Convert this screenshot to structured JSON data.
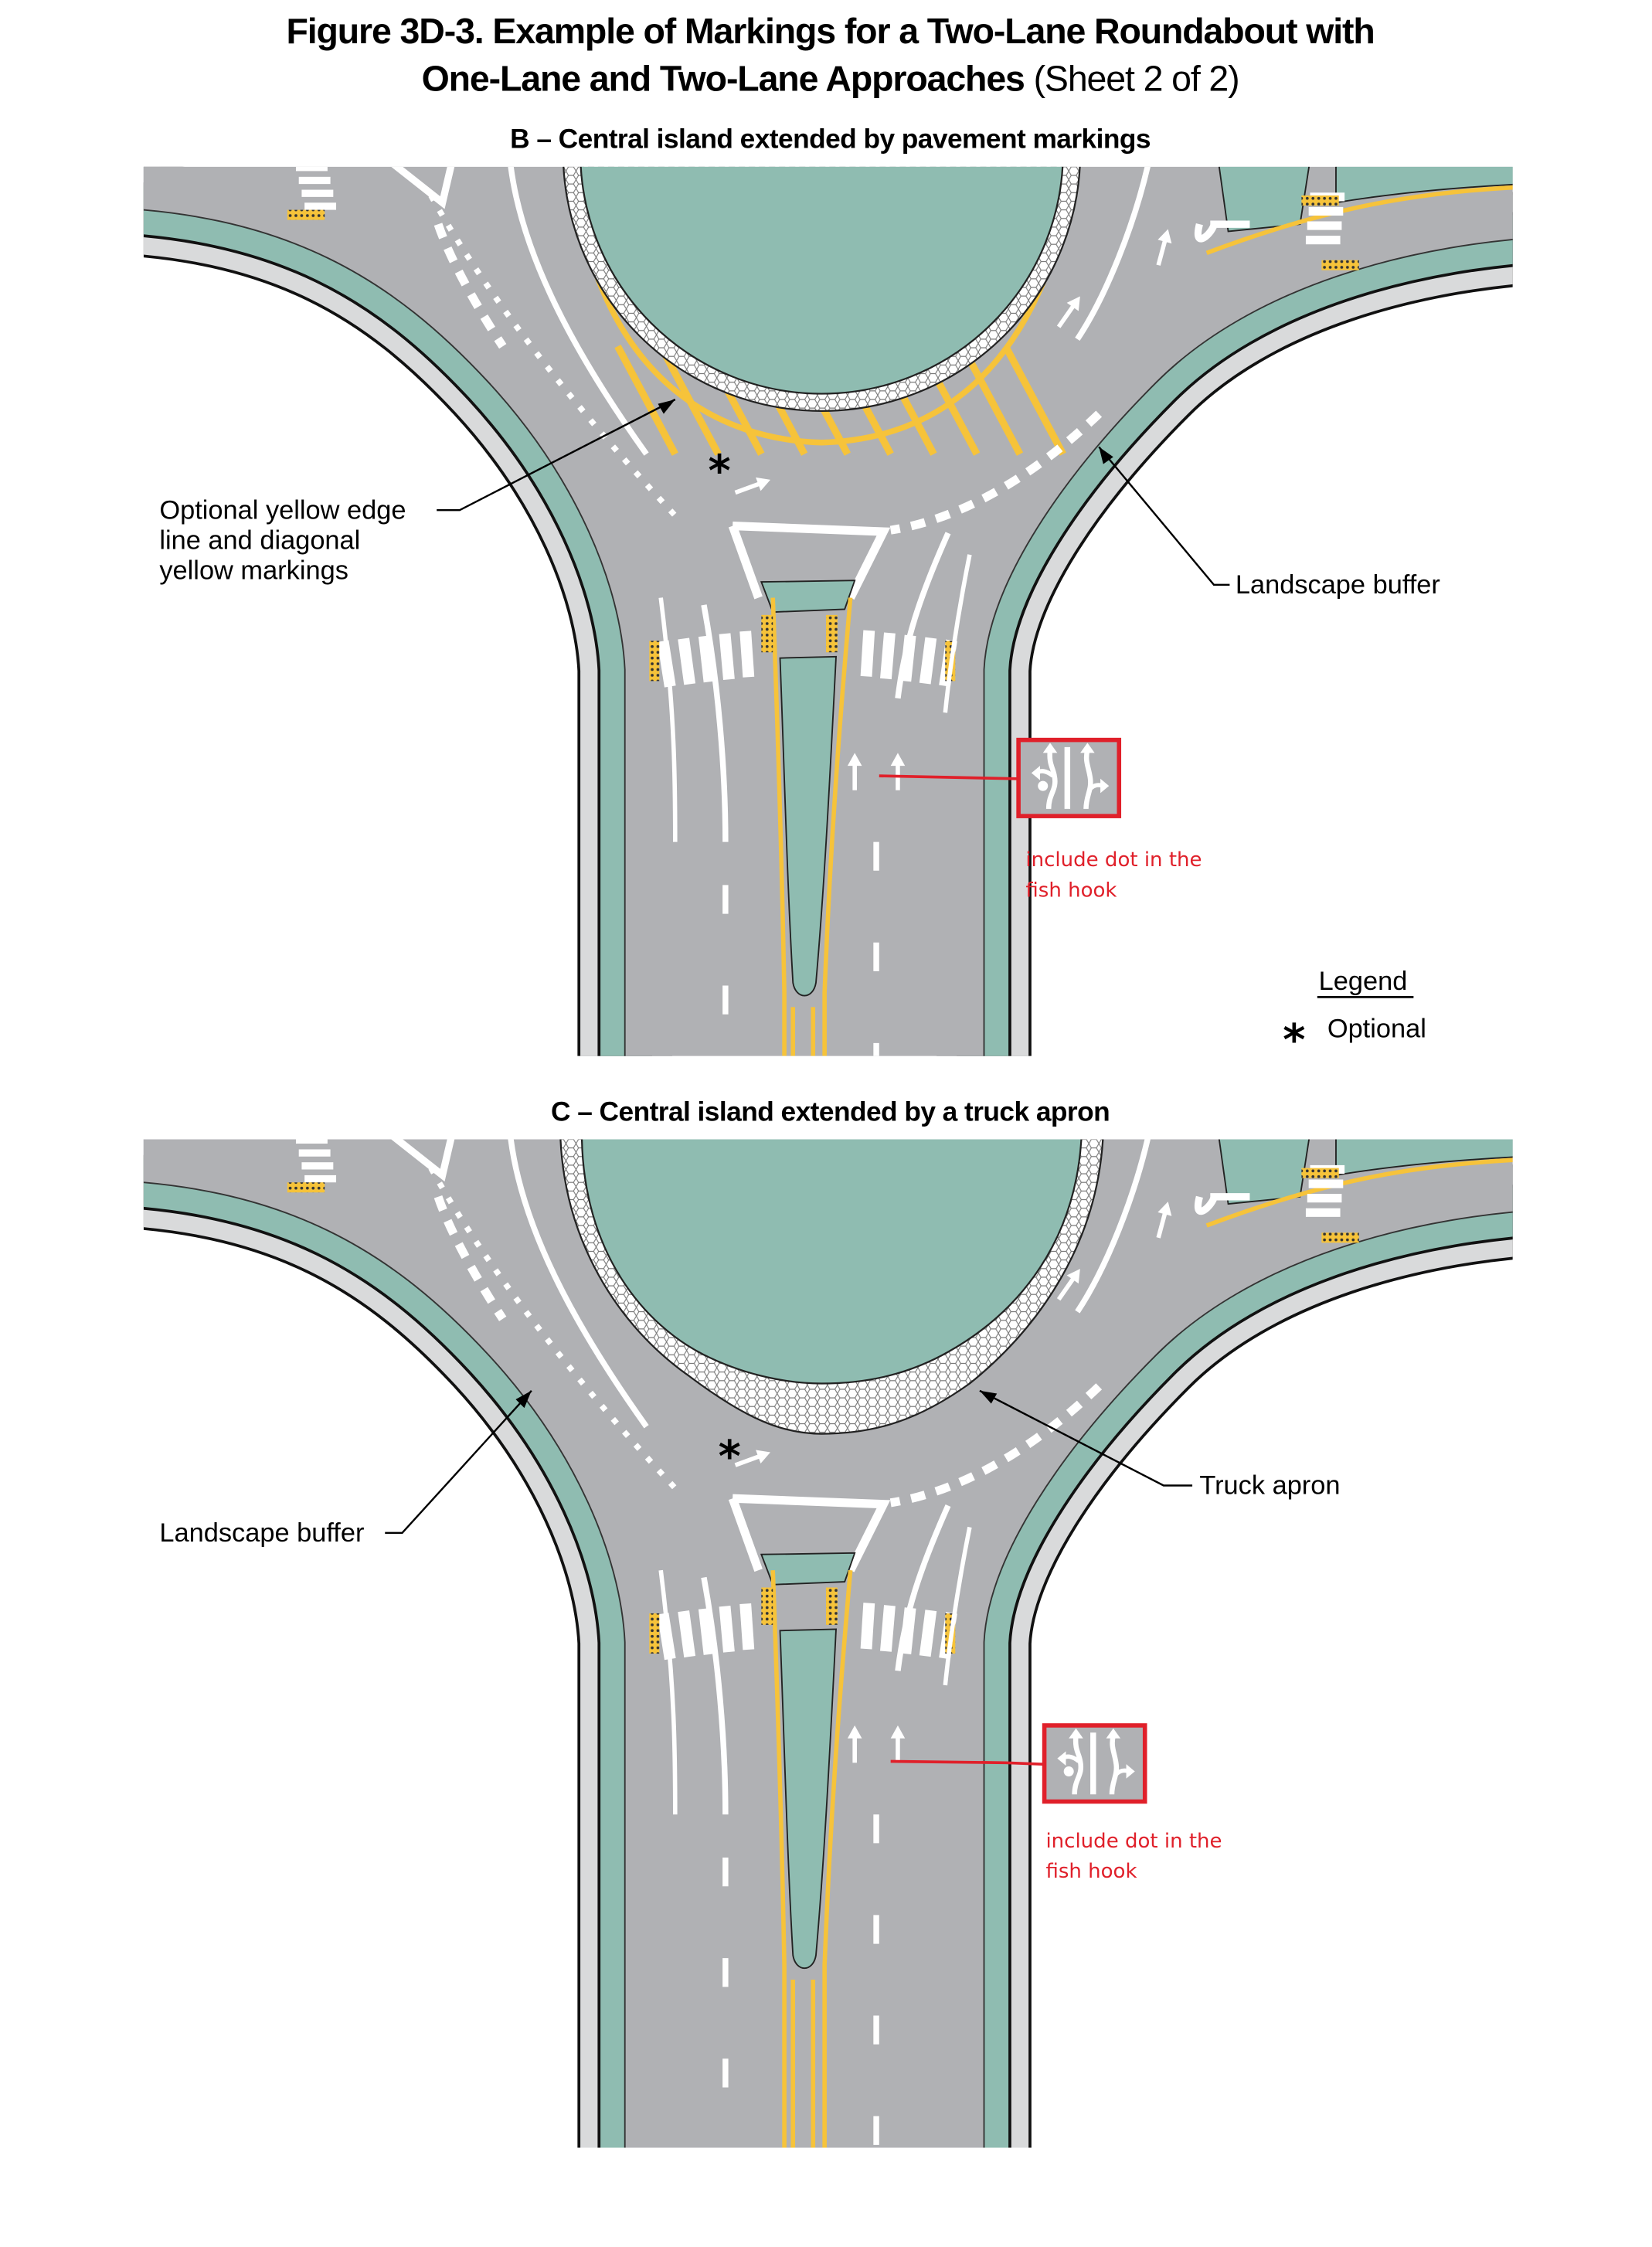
{
  "figure": {
    "title_line1": "Figure 3D-3.  Example of Markings for a Two-Lane Roundabout with",
    "title_line2_bold": "One-Lane and Two-Lane Approaches",
    "title_line2_light": " (Sheet 2 of 2)"
  },
  "panel_b": {
    "heading": "B – Central island extended by pavement markings",
    "callout_yellow": [
      "Optional yellow edge",
      "line and diagonal",
      "yellow markings"
    ],
    "callout_buffer": "Landscape buffer",
    "asterisk": "*",
    "note": [
      "include dot in the",
      "fish hook"
    ]
  },
  "legend": {
    "title": "Legend",
    "symbol": "*",
    "label": "Optional"
  },
  "panel_c": {
    "heading": "C – Central island extended by a truck apron",
    "callout_buffer": "Landscape buffer",
    "callout_apron": "Truck apron",
    "asterisk": "*",
    "note": [
      "include dot in the",
      "fish hook"
    ]
  },
  "colors": {
    "road": "#b0b1b4",
    "buffer": "#8fbcb1",
    "sidewalk": "#d9dadb",
    "yellow": "#f6c33a",
    "annotation_red": "#e0202a"
  }
}
